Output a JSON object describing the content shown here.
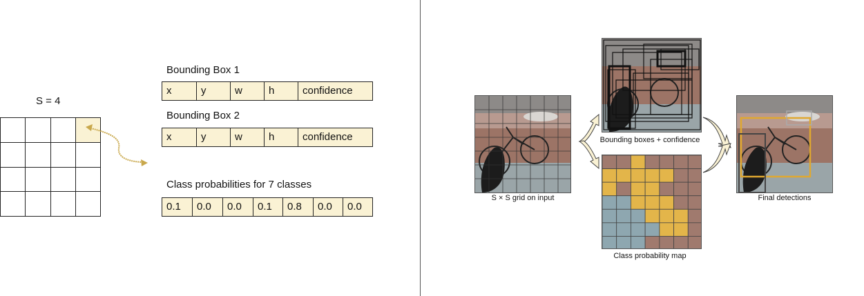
{
  "left": {
    "s_label": "S = 4",
    "bbox1": {
      "title": "Bounding Box 1",
      "fields": [
        "x",
        "y",
        "w",
        "h",
        "confidence"
      ]
    },
    "bbox2": {
      "title": "Bounding Box 2",
      "fields": [
        "x",
        "y",
        "w",
        "h",
        "confidence"
      ]
    },
    "classes": {
      "title": "Class probabilities for 7 classes",
      "values": [
        "0.1",
        "0.0",
        "0.0",
        "0.1",
        "0.8",
        "0.0",
        "0.0"
      ]
    }
  },
  "right": {
    "input_caption": "S × S grid on input",
    "boxes_caption": "Bounding boxes + confidence",
    "probmap_caption": "Class probability map",
    "final_caption": "Final detections"
  },
  "colors": {
    "cell_fill": "#faf2d4",
    "arrow": "#c9a84c",
    "box_final": "#e0a830",
    "prob_yellow": "#e3b54a",
    "prob_blue": "#8ea7b0",
    "prob_brown": "#a07a6e"
  }
}
